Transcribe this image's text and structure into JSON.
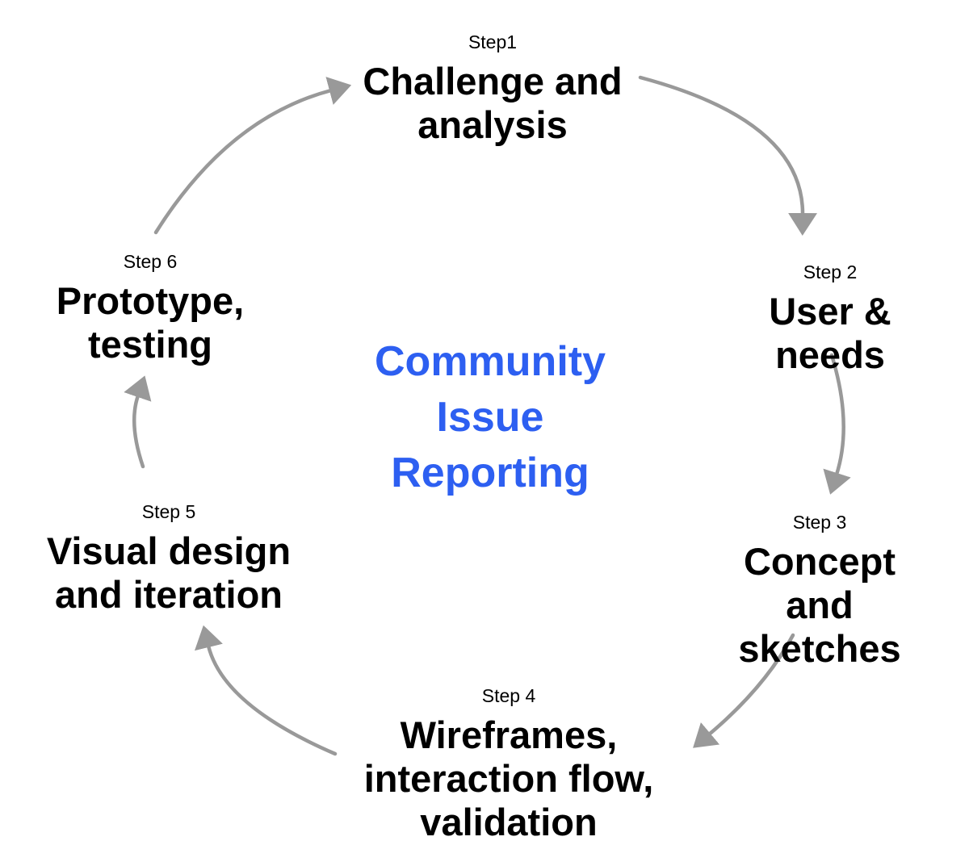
{
  "diagram": {
    "type": "cycle",
    "center_title": {
      "text": "Community\nIssue\nReporting"
    },
    "steps": {
      "step1": {
        "label": "Step1",
        "title": "Challenge and\nanalysis"
      },
      "step2": {
        "label": "Step 2",
        "title": "User & needs"
      },
      "step3": {
        "label": "Step 3",
        "title": "Concept and\nsketches"
      },
      "step4": {
        "label": "Step 4",
        "title": "Wireframes,\ninteraction flow,\nvalidation"
      },
      "step5": {
        "label": "Step 5",
        "title": "Visual design\nand iteration"
      },
      "step6": {
        "label": "Step 6",
        "title": "Prototype,\ntesting"
      }
    }
  },
  "colors": {
    "accent": "#2D5FF1",
    "text": "#000000",
    "arrow": "#999999",
    "background": "#ffffff"
  }
}
